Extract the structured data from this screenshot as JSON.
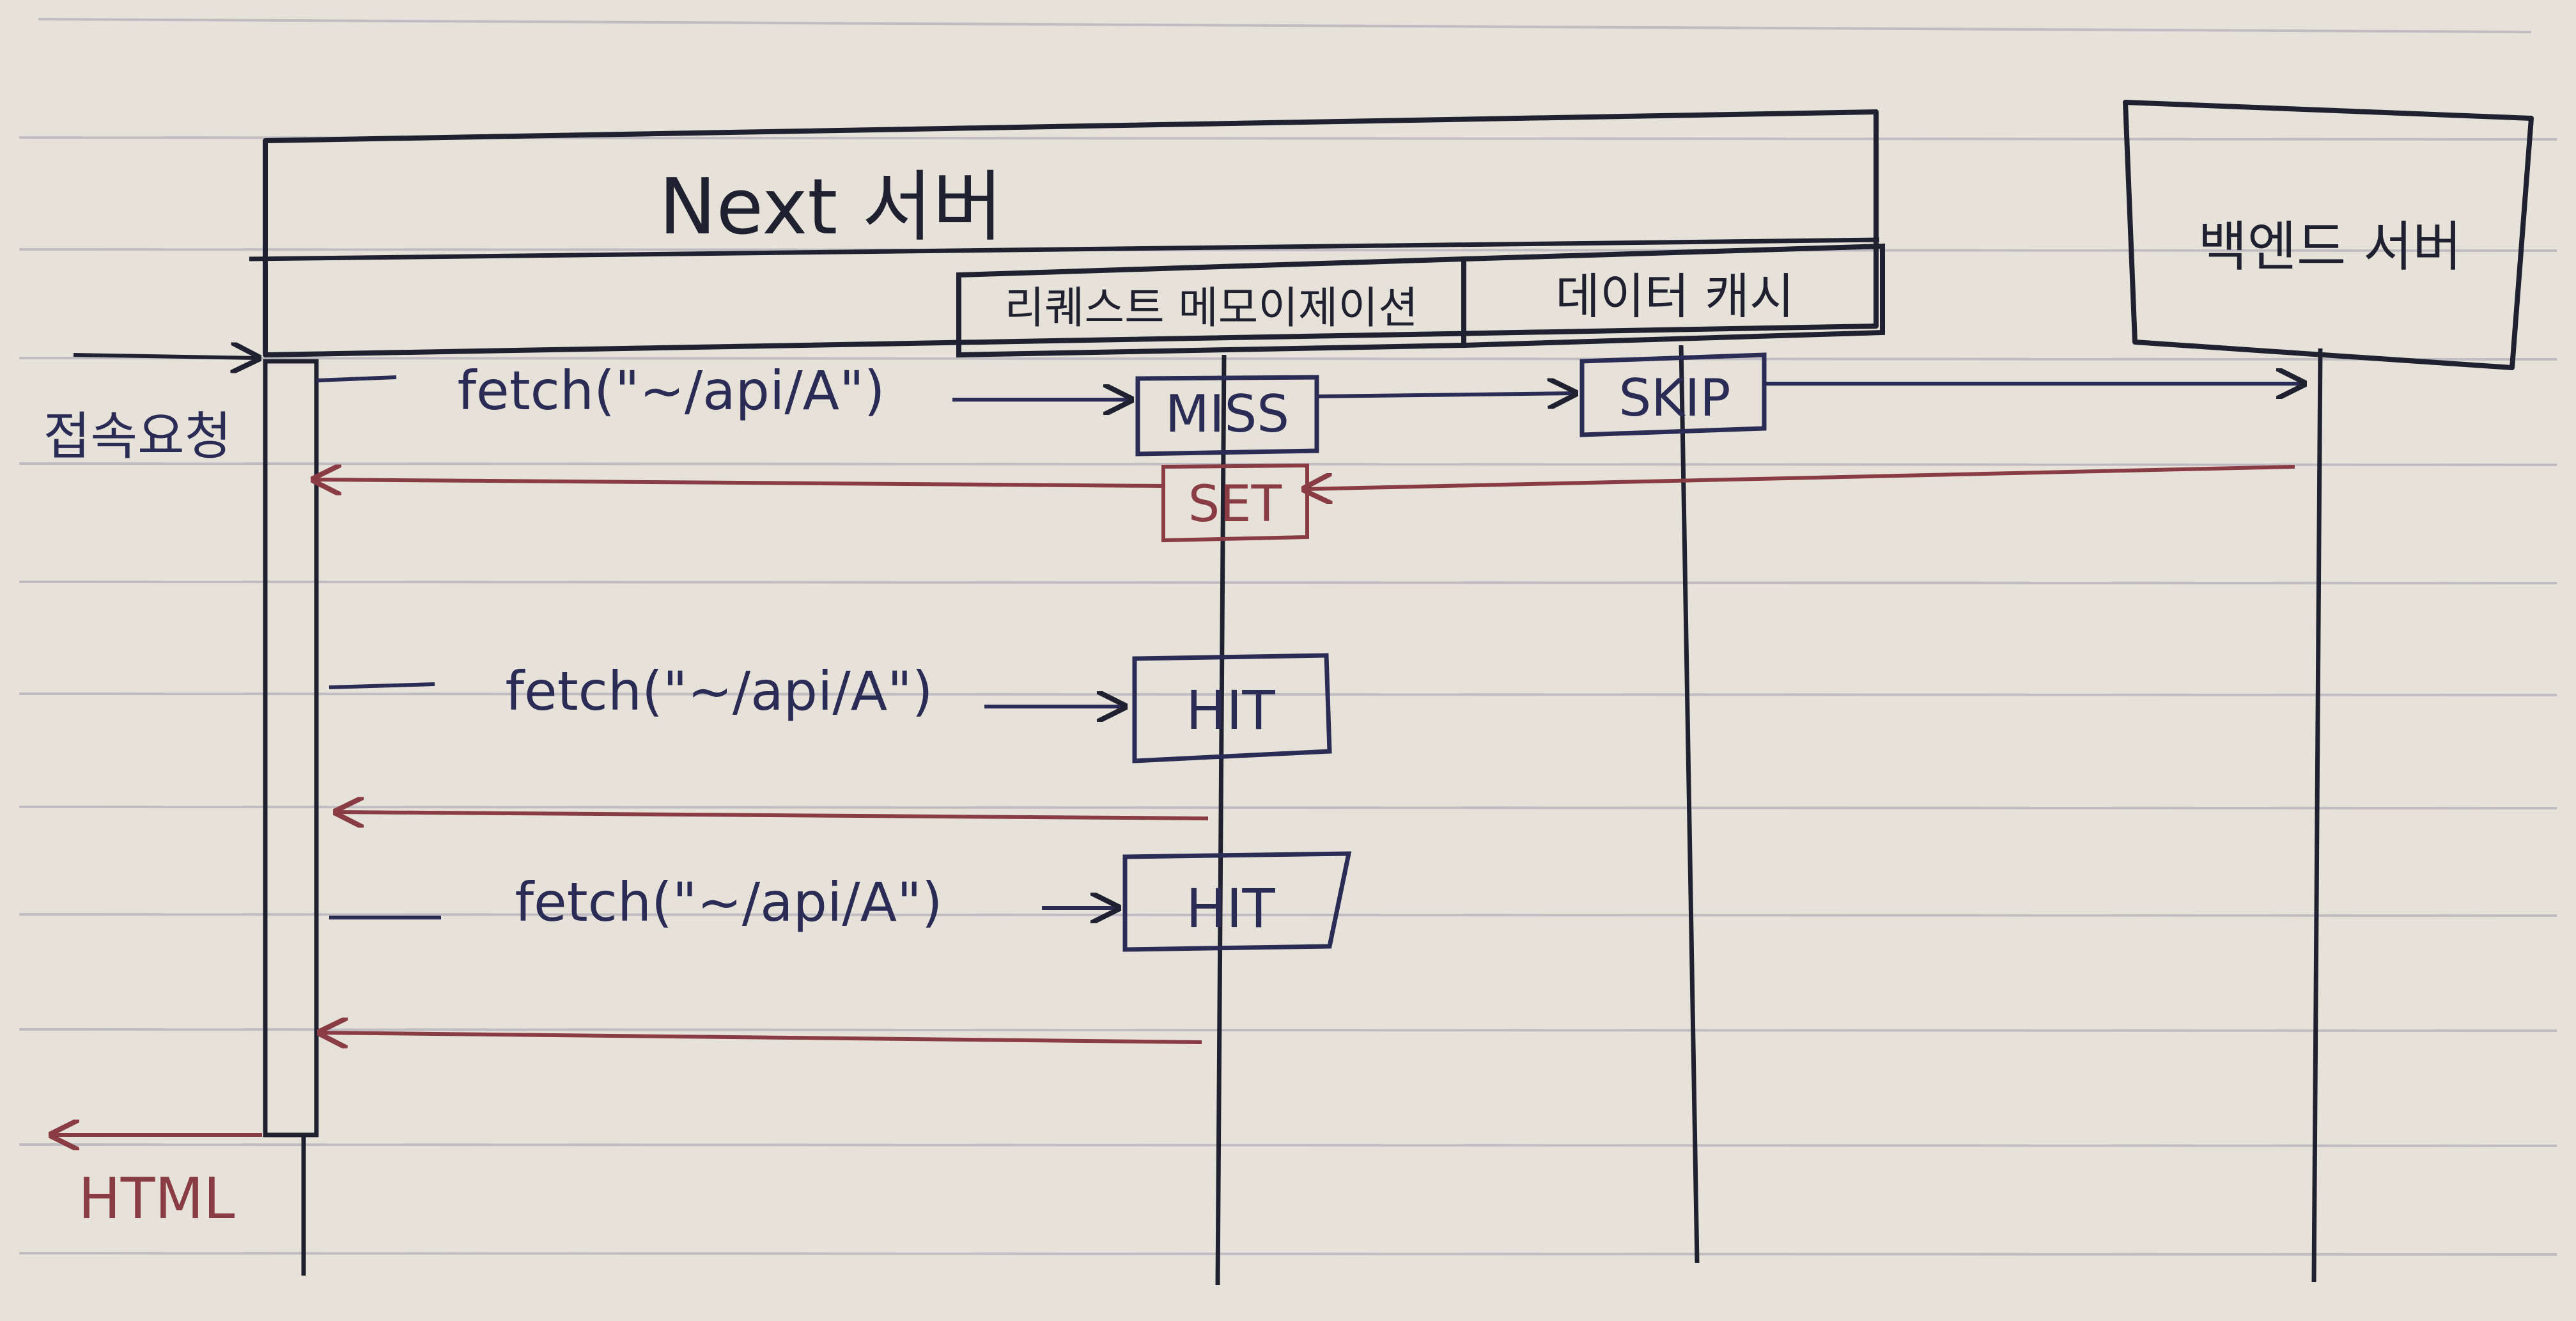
{
  "diagram": {
    "participants": {
      "next_server": "Next 서버",
      "request_memoization": "리퀘스트 메모이제이션",
      "data_cache": "데이터 캐시",
      "backend_server": "백엔드 서버"
    },
    "entry_label": "접속요청",
    "exit_label": "HTML",
    "calls": {
      "call_1": "fetch(\"~/api/A\")",
      "call_2": "fetch(\"~/api/A\")",
      "call_3": "fetch(\"~/api/A\")"
    },
    "states": {
      "memo_first": "MISS",
      "memo_set": "SET",
      "data_cache_first": "SKIP",
      "memo_second": "HIT",
      "memo_third": "HIT"
    }
  },
  "colors": {
    "paper": "#e7e2d9",
    "rule_line": "#b9b6bf",
    "ink": "#1f2130",
    "pen_blue": "#2a2c55",
    "pen_red": "#8a3c44"
  }
}
